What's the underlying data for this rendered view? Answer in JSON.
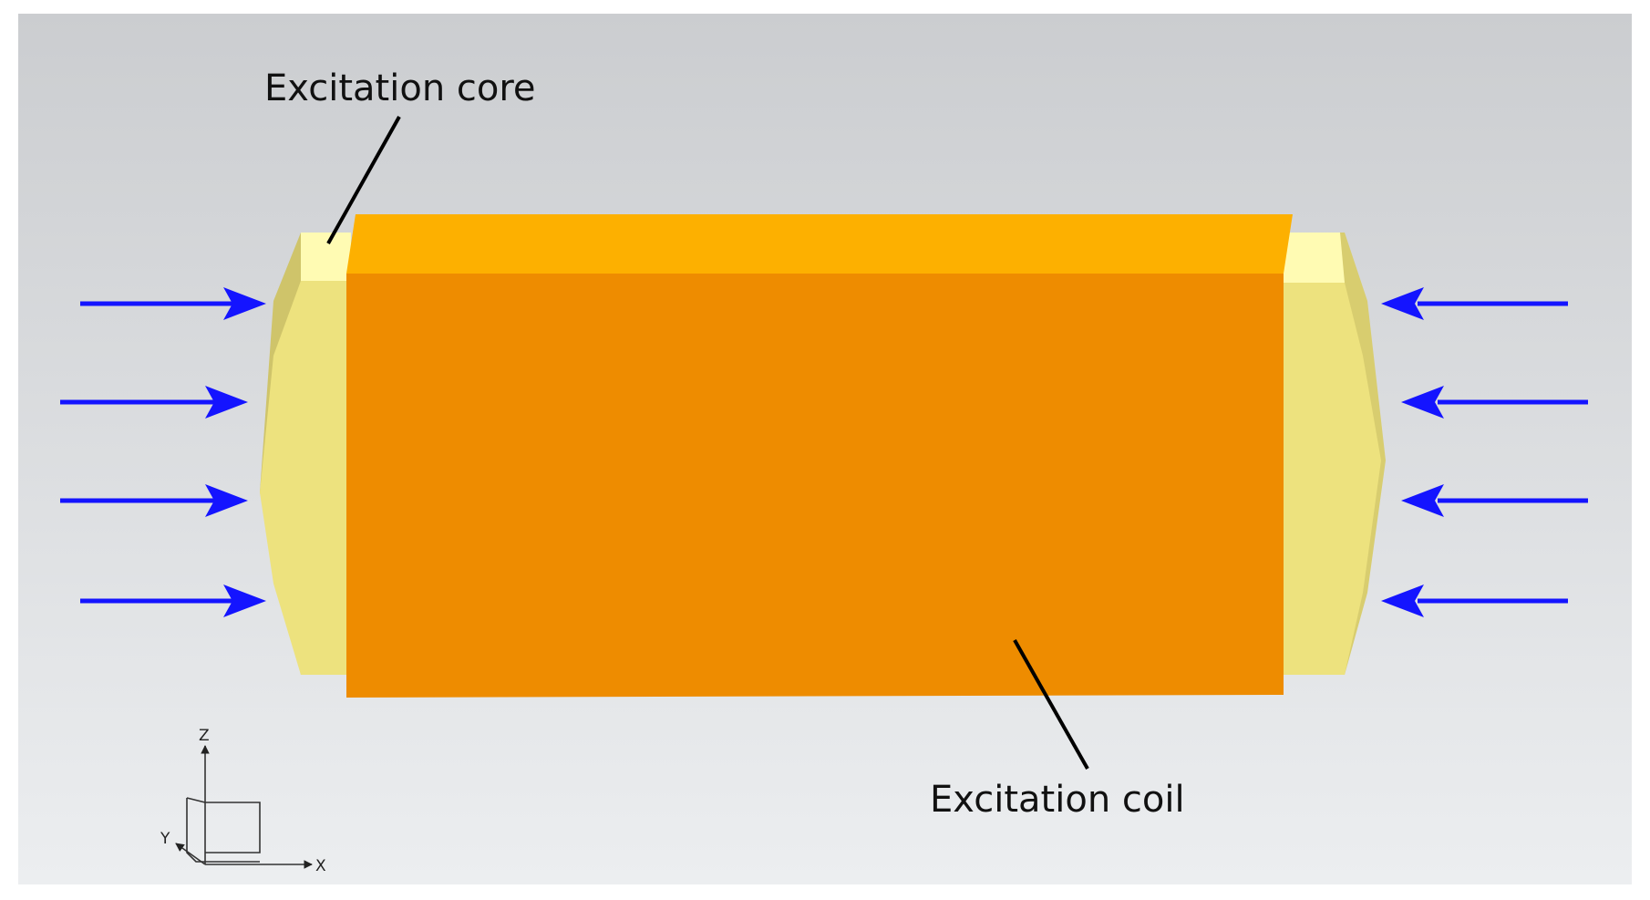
{
  "labels": {
    "excitation_core": "Excitation core",
    "excitation_coil": "Excitation coil"
  },
  "axes": {
    "z": "Z",
    "y": "Y",
    "x": "X"
  },
  "colors": {
    "coil_front": "#ee8c00",
    "coil_top": "#fdb000",
    "core_front": "#ede27e",
    "core_top": "#fffbb3",
    "arrow": "#1414ff",
    "leader": "#000000"
  },
  "arrows": {
    "left_side_direction": "right",
    "right_side_direction": "left",
    "count_per_side": 4
  }
}
